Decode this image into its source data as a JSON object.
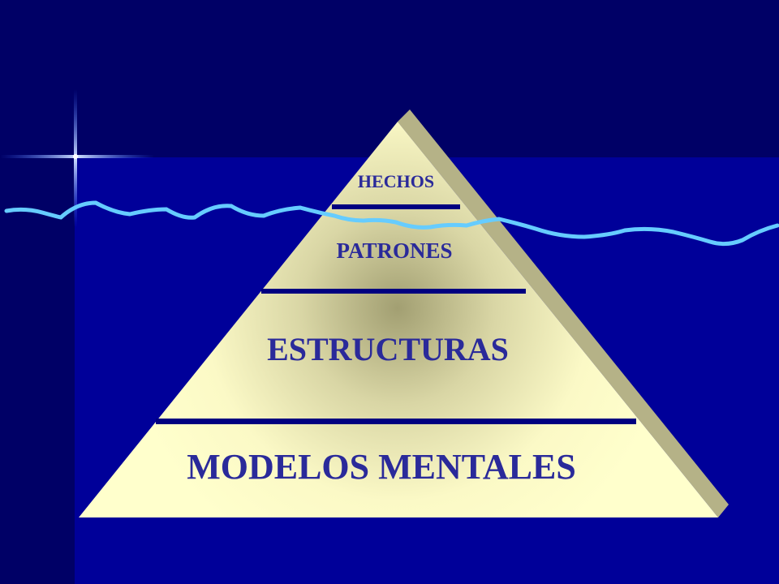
{
  "colors": {
    "background_dark": "#000066",
    "background_light": "#000099",
    "pyramid_face": "#ffffcc",
    "pyramid_shadow": "#b8b88a",
    "divider": "#000080",
    "label_text": "#2a2a9a",
    "waterline": "#66ccff",
    "sparkle": "#66a3ff"
  },
  "pyramid": {
    "levels": [
      {
        "label": "HECHOS"
      },
      {
        "label": "PATRONES"
      },
      {
        "label": "ESTRUCTURAS"
      },
      {
        "label": "MODELOS MENTALES"
      }
    ]
  },
  "icons": {
    "sparkle": "sparkle-star-icon"
  }
}
